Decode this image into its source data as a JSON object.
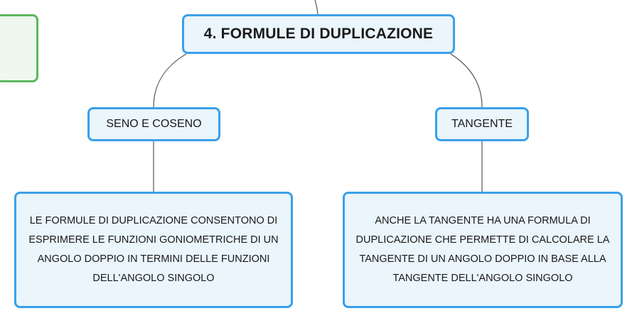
{
  "diagram": {
    "root": {
      "label": "4. FORMULE DI DUPLICAZIONE"
    },
    "branches": [
      {
        "label": "SENO E COSENO",
        "detail": "LE FORMULE DI DUPLICAZIONE CONSENTONO DI ESPRIMERE LE FUNZIONI GONIOMETRICHE DI UN ANGOLO DOPPIO IN TERMINI DELLE FUNZIONI DELL'ANGOLO SINGOLO"
      },
      {
        "label": "TANGENTE",
        "detail": "ANCHE LA TANGENTE HA UNA FORMULA DI DUPLICAZIONE CHE PERMETTE DI CALCOLARE LA TANGENTE DI UN ANGOLO DOPPIO IN BASE ALLA TANGENTE DELL'ANGOLO SINGOLO"
      }
    ],
    "colors": {
      "node_border": "#3aa0e8",
      "node_fill": "#eaf5fc",
      "side_border": "#5cb85c",
      "connector": "#555555"
    }
  }
}
